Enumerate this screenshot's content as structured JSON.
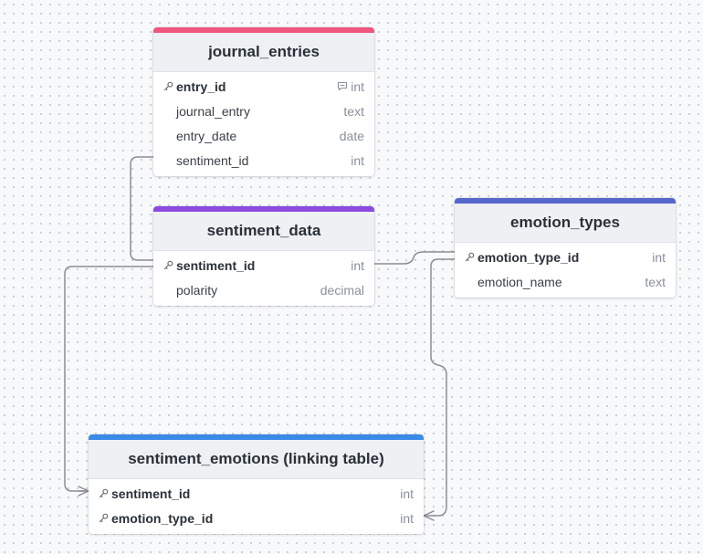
{
  "colors": {
    "background": "#f8f9fb",
    "connector": "#8a8d93",
    "journal_entries_accent": "#f0567e",
    "sentiment_data_accent": "#8d4ae0",
    "emotion_types_accent": "#5566cc",
    "sentiment_emotions_accent": "#3a8ae6"
  },
  "tables": {
    "journal_entries": {
      "title": "journal_entries",
      "rows": [
        {
          "name": "entry_id",
          "type": "int",
          "pk": true,
          "comment": true
        },
        {
          "name": "journal_entry",
          "type": "text"
        },
        {
          "name": "entry_date",
          "type": "date"
        },
        {
          "name": "sentiment_id",
          "type": "int"
        }
      ]
    },
    "sentiment_data": {
      "title": "sentiment_data",
      "rows": [
        {
          "name": "sentiment_id",
          "type": "int",
          "pk": true
        },
        {
          "name": "polarity",
          "type": "decimal"
        }
      ]
    },
    "emotion_types": {
      "title": "emotion_types",
      "rows": [
        {
          "name": "emotion_type_id",
          "type": "int",
          "pk": true
        },
        {
          "name": "emotion_name",
          "type": "text"
        }
      ]
    },
    "sentiment_emotions": {
      "title": "sentiment_emotions (linking table)",
      "rows": [
        {
          "name": "sentiment_id",
          "type": "int",
          "pk": true
        },
        {
          "name": "emotion_type_id",
          "type": "int",
          "pk": true
        }
      ]
    }
  }
}
